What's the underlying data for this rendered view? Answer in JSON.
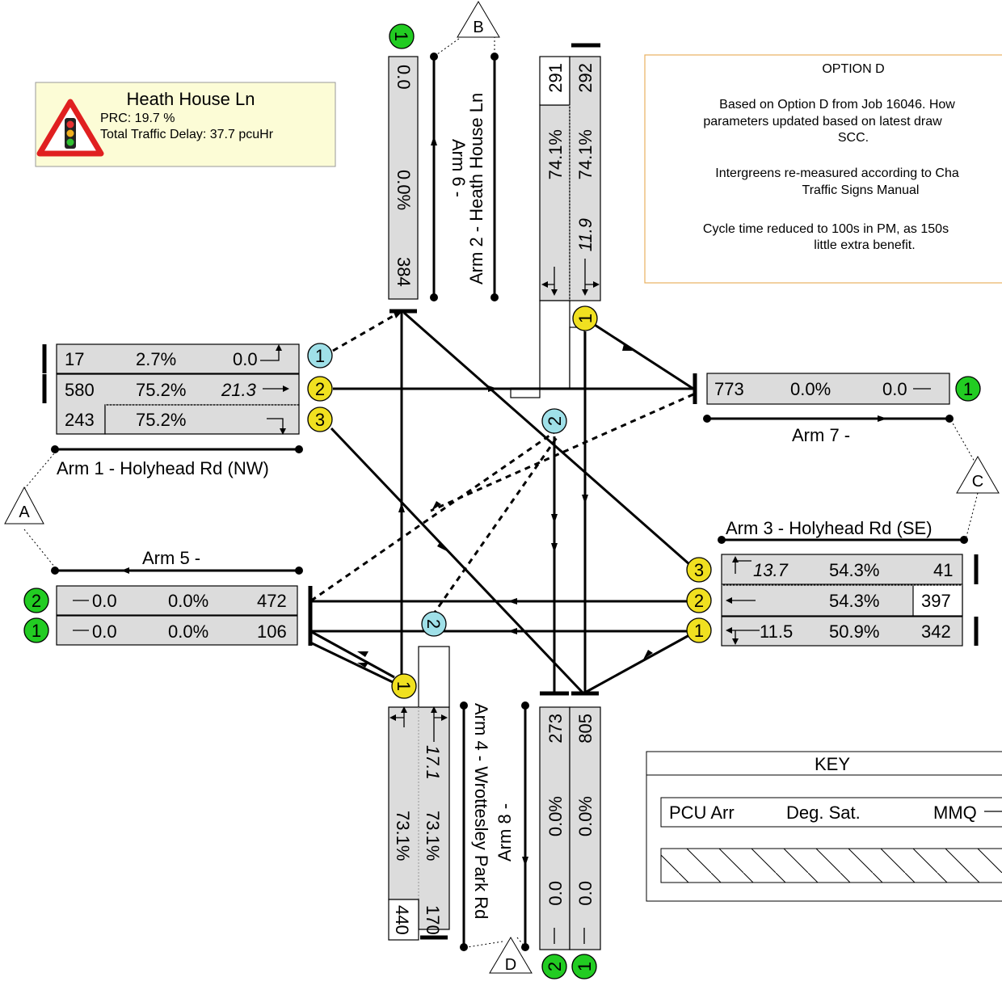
{
  "summary": {
    "title": "Heath House Ln",
    "prc": "PRC: 19.7 %",
    "delay": "Total Traffic Delay: 37.7 pcuHr"
  },
  "notes": {
    "title": "OPTION D",
    "line1": "Based on Option D from Job 16046. How",
    "line2": "parameters updated based on latest draw",
    "line3": "SCC.",
    "line4": "Intergreens re-measured according to Cha",
    "line5": "Traffic Signs Manual",
    "line6": "Cycle time reduced to 100s in PM, as 150s",
    "line7": "little extra benefit."
  },
  "nodes": {
    "a": "A",
    "b": "B",
    "c": "C",
    "d": "D"
  },
  "arms": {
    "arm1": "Arm 1 - Holyhead Rd (NW)",
    "arm2": "Arm 2 - Heath House Ln",
    "arm3": "Arm 3 - Holyhead Rd (SE)",
    "arm4": "Arm 4 - Wrottesley Park Rd",
    "arm5": "Arm 5 -",
    "arm6": "Arm 6 -",
    "arm7": "Arm 7 -",
    "arm8": "Arm 8 -"
  },
  "lanes": {
    "arm1": [
      {
        "num": "1",
        "pcu": "17",
        "ds": "2.7%",
        "mmq": "0.0"
      },
      {
        "num": "2",
        "pcu": "580",
        "ds": "75.2%",
        "mmq": "21.3"
      },
      {
        "num": "3",
        "pcu": "243",
        "ds": "75.2%"
      }
    ],
    "arm2": [
      {
        "num": "1",
        "pcu_a": "291",
        "pcu_b": "292",
        "ds_a": "74.1%",
        "ds_b": "74.1%",
        "mmq": "11.9"
      }
    ],
    "arm2_lane2": "2",
    "arm3": [
      {
        "num": "3",
        "mmq": "13.7",
        "ds": "54.3%",
        "pcu": "41"
      },
      {
        "num": "2",
        "ds": "54.3%",
        "pcu": "397"
      },
      {
        "num": "1",
        "mmq": "11.5",
        "ds": "50.9%",
        "pcu": "342"
      }
    ],
    "arm4": [
      {
        "num": "1",
        "mmq": "17.1",
        "ds_a": "73.1%",
        "ds_b": "73.1%",
        "pcu_a": "440",
        "pcu_b": "170"
      }
    ],
    "arm4_lane2": "2",
    "arm5": [
      {
        "num": "2",
        "mmq": "0.0",
        "ds": "0.0%",
        "pcu": "472"
      },
      {
        "num": "1",
        "mmq": "0.0",
        "ds": "0.0%",
        "pcu": "106"
      }
    ],
    "arm6": [
      {
        "num": "1",
        "mmq": "0.0",
        "ds": "0.0%",
        "pcu": "384"
      }
    ],
    "arm7": [
      {
        "num": "1",
        "pcu": "773",
        "ds": "0.0%",
        "mmq": "0.0"
      }
    ],
    "arm8": [
      {
        "num": "2",
        "pcu": "273",
        "ds": "0.0%",
        "mmq": "0.0"
      },
      {
        "num": "1",
        "pcu": "805",
        "ds": "0.0%",
        "mmq": "0.0"
      }
    ]
  },
  "key": {
    "title": "KEY",
    "pcu": "PCU Arr",
    "ds": "Deg. Sat.",
    "mmq": "MMQ"
  },
  "colors": {
    "yellow": "#f0e020",
    "green": "#22cc22",
    "cyan": "#9fe0e8",
    "lane_fill": "#dcdcdc",
    "summary_bg": "#fcfcd6",
    "notes_border": "#e8b060"
  },
  "icons": {
    "signal": "traffic-signal-warning-icon"
  }
}
